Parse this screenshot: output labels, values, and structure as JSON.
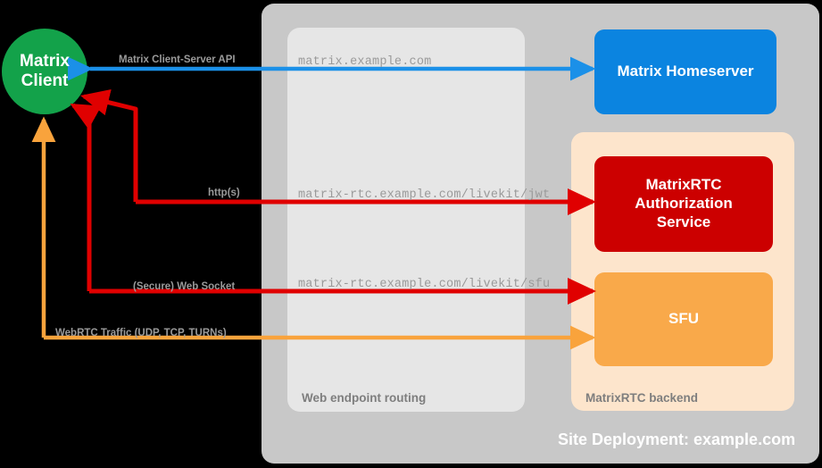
{
  "diagram": {
    "title": "Site Deployment: example.com",
    "colors": {
      "background": "#000000",
      "site_panel": "#c8c8c8",
      "web_routing_panel": "#e6e6e6",
      "matrixrtc_panel": "#fde5cc",
      "client": "#13a24a",
      "homeserver": "#0b84e0",
      "auth_service": "#cc0000",
      "sfu": "#f9a94a",
      "arrow_blue": "#1b90e8",
      "arrow_red": "#e00000",
      "arrow_orange": "#f9a33c",
      "label_gray": "#9a9a9a",
      "group_label_gray": "#7e7e7e"
    },
    "nodes": {
      "client": {
        "label": "Matrix\nClient",
        "line1": "Matrix",
        "line2": "Client"
      },
      "homeserver": {
        "label": "Matrix Homeserver"
      },
      "auth_service": {
        "label": "MatrixRTC\nAuthorization\nService",
        "line1": "MatrixRTC",
        "line2": "Authorization",
        "line3": "Service"
      },
      "sfu": {
        "label": "SFU"
      }
    },
    "groups": {
      "site": {
        "label": "Site Deployment: example.com"
      },
      "web_routing": {
        "label": "Web endpoint routing"
      },
      "matrixrtc_backend": {
        "label": "MatrixRTC backend"
      }
    },
    "connections": [
      {
        "id": "cs-api",
        "protocol_label": "Matrix Client-Server API",
        "endpoint_label": "matrix.example.com",
        "color": "#1b90e8",
        "from": "client",
        "to": "homeserver",
        "direction": "bidirectional"
      },
      {
        "id": "livekit-jwt",
        "protocol_label": "http(s)",
        "endpoint_label": "matrix-rtc.example.com/livekit/jwt",
        "color": "#e00000",
        "from": "client",
        "to": "auth_service",
        "direction": "bidirectional"
      },
      {
        "id": "livekit-sfu",
        "protocol_label": "(Secure) Web Socket",
        "endpoint_label": "matrix-rtc.example.com/livekit/sfu",
        "color": "#e00000",
        "from": "client",
        "to": "sfu",
        "direction": "bidirectional"
      },
      {
        "id": "webrtc-media",
        "protocol_label": "WebRTC Traffic (UDP, TCP, TURNs)",
        "endpoint_label": "",
        "color": "#f9a33c",
        "from": "client",
        "to": "sfu",
        "direction": "bidirectional"
      }
    ]
  }
}
